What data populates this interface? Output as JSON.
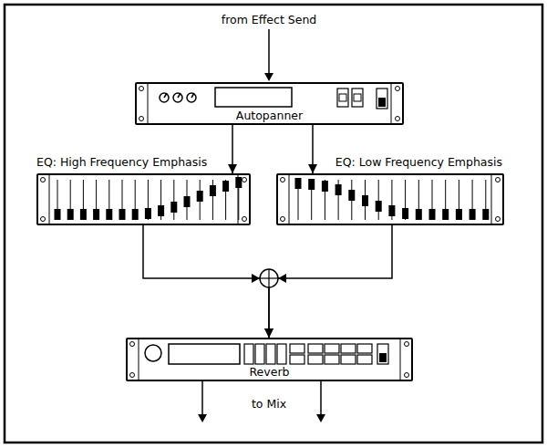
{
  "diagram": {
    "nodes": [
      {
        "text": [
          "Autopanner"
        ]
      },
      {
        "text": [
          "EQ: High Frequency Emphasis"
        ]
      },
      {
        "text": [
          "EQ: Low Frequency Emphasis"
        ]
      },
      {
        "text": [
          "Reverb"
        ]
      }
    ],
    "edges": [
      {
        "from": 0,
        "to": 1,
        "arrow": "to"
      },
      {
        "from": 0,
        "to": 2,
        "arrow": "to"
      },
      {
        "from": 1,
        "to": 3,
        "arrow": "to"
      },
      {
        "from": 2,
        "to": 3,
        "arrow": "to"
      }
    ],
    "labels": [
      "from Effect Send",
      "to Mix"
    ]
  }
}
